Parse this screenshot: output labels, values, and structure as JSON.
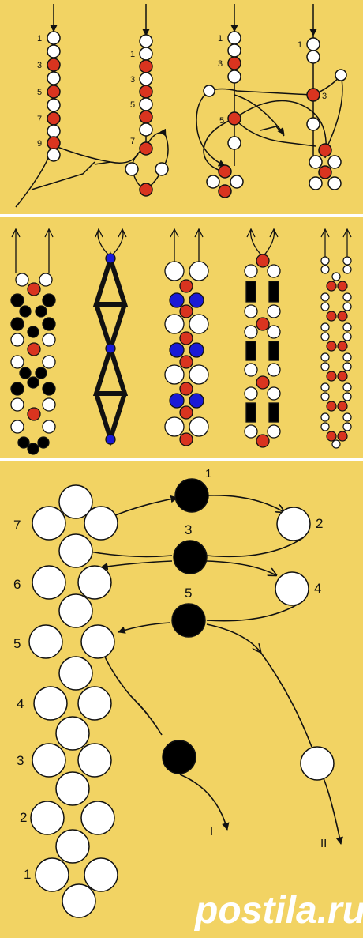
{
  "panel1": {
    "left_numbers": [
      "1",
      "3",
      "5",
      "7",
      "9"
    ],
    "mid_numbers": [
      "1",
      "3",
      "5",
      "7"
    ],
    "right_left_numbers": [
      "1",
      "3",
      "5"
    ],
    "right_right_numbers": [
      "1",
      "3"
    ]
  },
  "panel3": {
    "left_numbers": [
      "7",
      "6",
      "5",
      "4",
      "3",
      "2",
      "1"
    ],
    "bead_numbers": [
      "1",
      "3",
      "5"
    ],
    "side_numbers": [
      "2",
      "4"
    ],
    "thread_labels": [
      "I",
      "II"
    ]
  },
  "watermark": "postila.ru",
  "colors": {
    "background": "#f2d363",
    "white_bead": "#ffffff",
    "red_bead": "#d9341f",
    "blue_bead": "#1a1ad6",
    "black_bead": "#000000",
    "divider": "#ffffff"
  }
}
